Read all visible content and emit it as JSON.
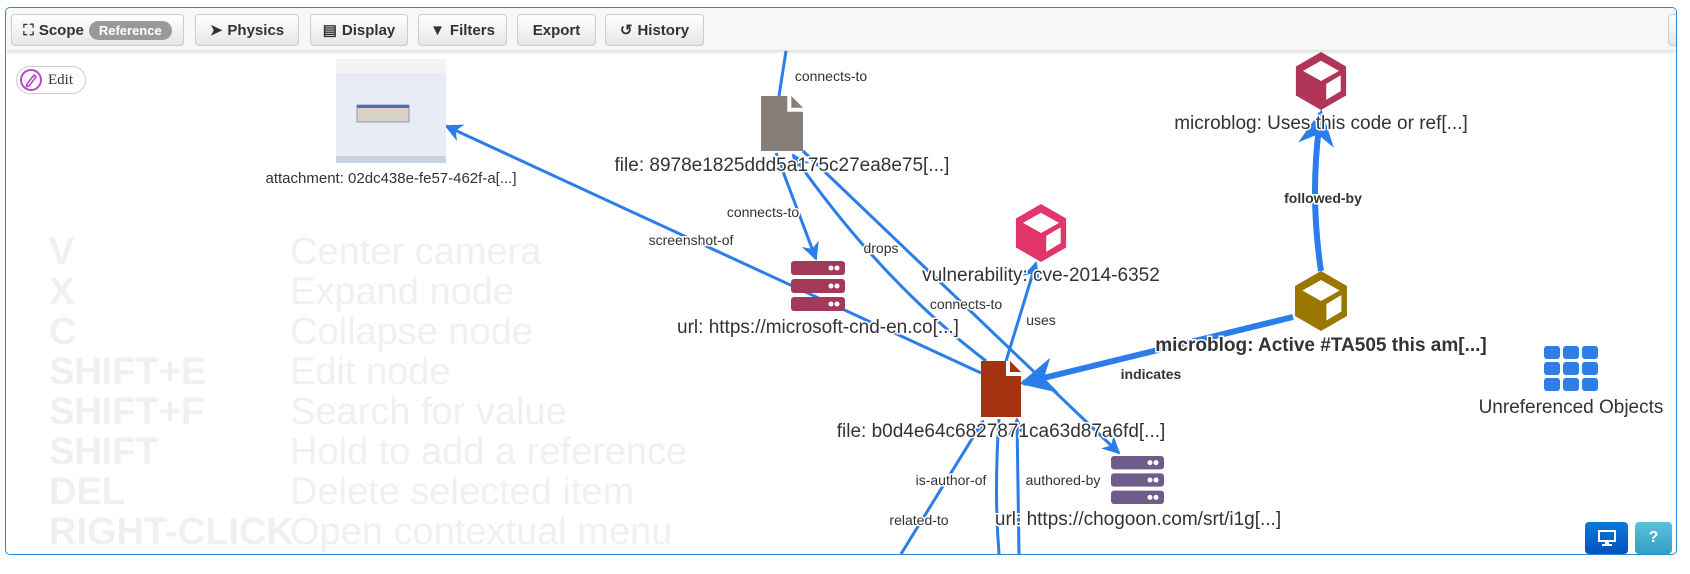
{
  "toolbar": {
    "scope": {
      "label": "Scope",
      "badge": "Reference",
      "icon": "scope-frame-icon"
    },
    "physics": {
      "label": "Physics",
      "icon": "shuttle-icon"
    },
    "display": {
      "label": "Display",
      "icon": "list-icon"
    },
    "filters": {
      "label": "Filters",
      "icon": "filter-icon"
    },
    "export": {
      "label": "Export"
    },
    "history": {
      "label": "History",
      "icon": "history-icon"
    }
  },
  "edit_button": {
    "label": "Edit",
    "icon": "pencil-icon"
  },
  "shortcuts": [
    {
      "key": "V",
      "action": "Center camera"
    },
    {
      "key": "X",
      "action": "Expand node"
    },
    {
      "key": "C",
      "action": "Collapse node"
    },
    {
      "key": "SHIFT+E",
      "action": "Edit node"
    },
    {
      "key": "SHIFT+F",
      "action": "Search for value"
    },
    {
      "key": "SHIFT",
      "action": "Hold to add a reference"
    },
    {
      "key": "DEL",
      "action": "Delete selected item"
    },
    {
      "key": "RIGHT-CLICK",
      "action": "Open contextual menu"
    }
  ],
  "nodes": {
    "attachment": {
      "label": "attachment: 02dc438e-fe57-462f-a[...]",
      "type": "screenshot-thumbnail"
    },
    "file_gray": {
      "label": "file: 8978e1825ddd5a175c27ea8e75[...]",
      "color": "#857f78"
    },
    "vulnerability": {
      "label": "vulnerability: cve-2014-6352",
      "color": "#e0366a"
    },
    "microblog_top": {
      "label": "microblog: Uses this code or ref[...]",
      "color": "#b03558"
    },
    "microblog_active": {
      "label": "microblog: Active #TA505 this am[...]",
      "color": "#9c7700"
    },
    "unreferenced": {
      "label": "Unreferenced Objects",
      "color": "#2f7de6"
    },
    "file_red": {
      "label": "file: b0d4e64c6827871ca63d87a6fd[...]",
      "color": "#a53312"
    },
    "url_maroon": {
      "label": "url: https://microsoft-cnd-en.co[...]",
      "color": "#a33a5a"
    },
    "url_purple": {
      "label": "url: https://chogoon.com/srt/i1g[...]",
      "color": "#6e5c8a"
    }
  },
  "edges": {
    "top_connects": "connects-to",
    "screenshot_of": "screenshot-of",
    "connects_maroon": "connects-to",
    "drops": "drops",
    "connects_purple": "connects-to",
    "uses": "uses",
    "indicates": "indicates",
    "followed_by": "followed-by",
    "related_to": "related-to",
    "is_author_of": "is-author-of",
    "authored_by": "authored-by"
  },
  "edge_color": "#2b7de9",
  "bottom_buttons": {
    "display_icon": "monitor-icon",
    "help_label": "?"
  }
}
